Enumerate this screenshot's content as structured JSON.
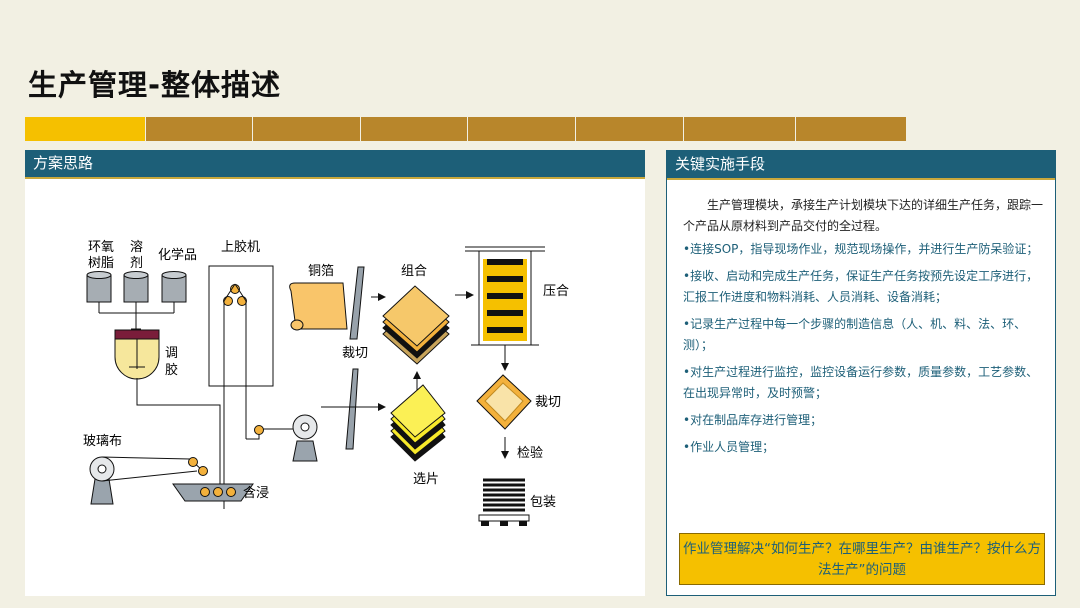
{
  "title": "生产管理-整体描述",
  "stripe_colors": [
    "#f5c000",
    "#b8862b"
  ],
  "left_panel": {
    "header": "方案思路",
    "diagram": {
      "labels": {
        "epoxy": [
          "环氧",
          "树脂"
        ],
        "solvent": [
          "溶",
          "剂"
        ],
        "chemicals": "化学品",
        "mix_glue": [
          "调",
          "胶"
        ],
        "glue_machine": "上胶机",
        "glass_cloth": "玻璃布",
        "impregnate": "含浸",
        "copper_foil": "铜箔",
        "cut1": "裁切",
        "combine": "组合",
        "press": "压合",
        "select": "选片",
        "cut2": "裁切",
        "inspect": "检验",
        "pack": "包装"
      }
    }
  },
  "right_panel": {
    "header": "关键实施手段",
    "intro": "生产管理模块，承接生产计划模块下达的详细生产任务，跟踪一个产品从原材料到产品交付的全过程。",
    "bullets": [
      "•连接SOP，指导现场作业，规范现场操作，并进行生产防呆验证；",
      "•接收、启动和完成生产任务，保证生产任务按预先设定工序进行，汇报工作进度和物料消耗、人员消耗、设备消耗；",
      "•记录生产过程中每一个步骤的制造信息（人、机、料、法、环、测）；",
      "•对生产过程进行监控，监控设备运行参数，质量参数，工艺参数、在出现异常时，及时预警；",
      "•对在制品库存进行管理；",
      "•作业人员管理；"
    ],
    "summary": "作业管理解决“如何生产？在哪里生产？由谁生产？按什么方法生产”的问题"
  }
}
